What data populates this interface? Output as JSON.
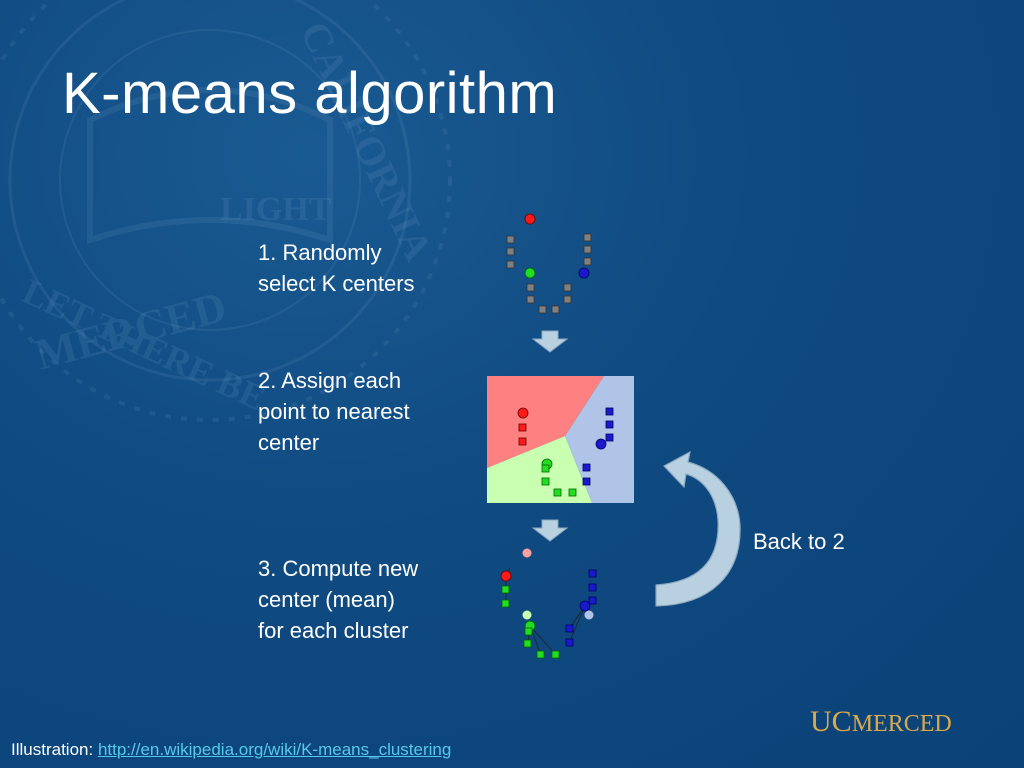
{
  "slide": {
    "title": "K-means algorithm",
    "steps": [
      {
        "lines": [
          "1. Randomly",
          "select K centers"
        ]
      },
      {
        "lines": [
          "2. Assign each",
          "point to nearest",
          "center"
        ]
      },
      {
        "lines": [
          "3. Compute new",
          "center (mean)",
          "for each cluster"
        ]
      }
    ],
    "back_label": "Back to 2",
    "footer": {
      "prefix": "Illustration: ",
      "link_text": "http://en.wikipedia.org/wiki/K-means_clustering"
    },
    "logo": {
      "uc": "UC",
      "merced": "MERCED"
    },
    "seal_text": [
      "LET THERE BE",
      "LIGHT",
      "MERCED",
      "CALIFORNIA"
    ]
  },
  "colors": {
    "background": "#0f4a80",
    "cluster_red": "#ff1a1a",
    "cluster_green": "#22dd22",
    "cluster_blue": "#1a1acc",
    "point_gray": "#808080",
    "region_red": "#ff8080",
    "region_green": "#c8ffb0",
    "region_blue": "#b0c4e8",
    "arrow": "#b8d0e0",
    "link": "#58c8e8",
    "logo_gold": "#d9a94a"
  }
}
